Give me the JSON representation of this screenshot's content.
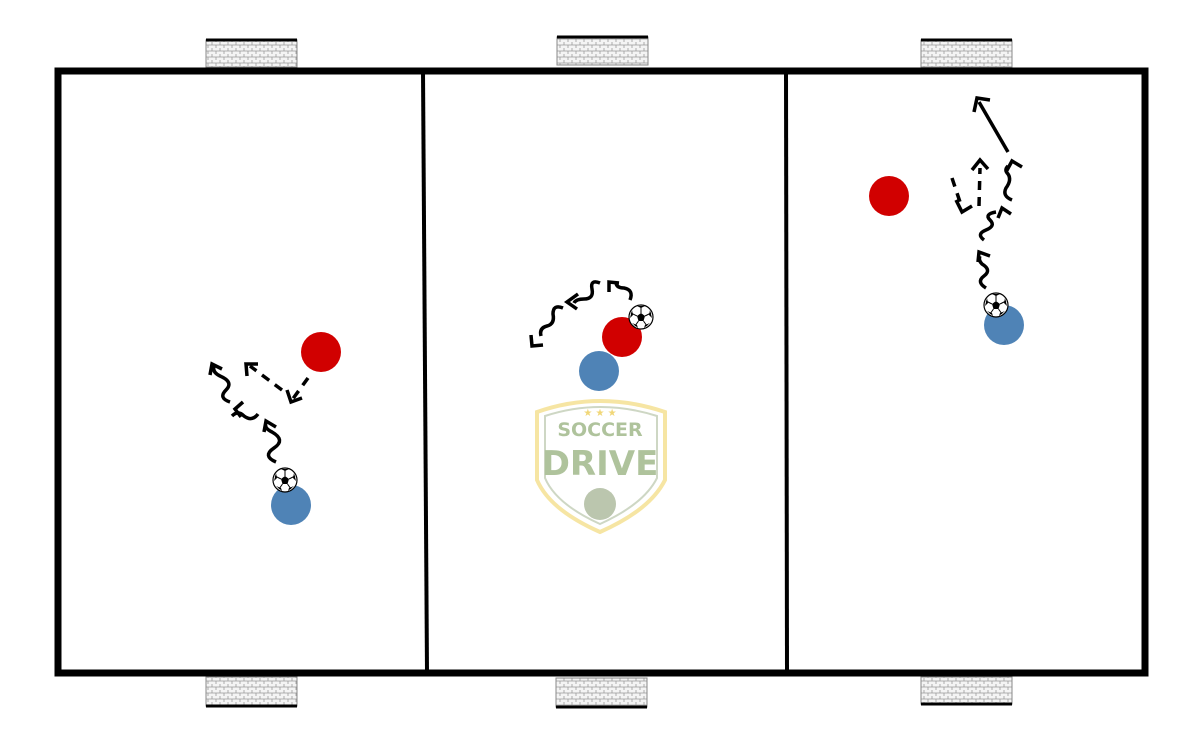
{
  "diagram": {
    "sections": 3,
    "colors": {
      "pitch_line": "#000000",
      "attacker": "#4F83B6",
      "defender": "#D10000",
      "goal_net": "#E6E6E6",
      "logo_green": "#A7BD92",
      "logo_gold": "#F6E39A"
    },
    "watermark": {
      "line1": "SOCCER",
      "line2": "DRIVE"
    },
    "legend_icons": [
      "dribble-path",
      "pass-dashed",
      "run-solid",
      "ball",
      "attacker",
      "defender"
    ]
  }
}
